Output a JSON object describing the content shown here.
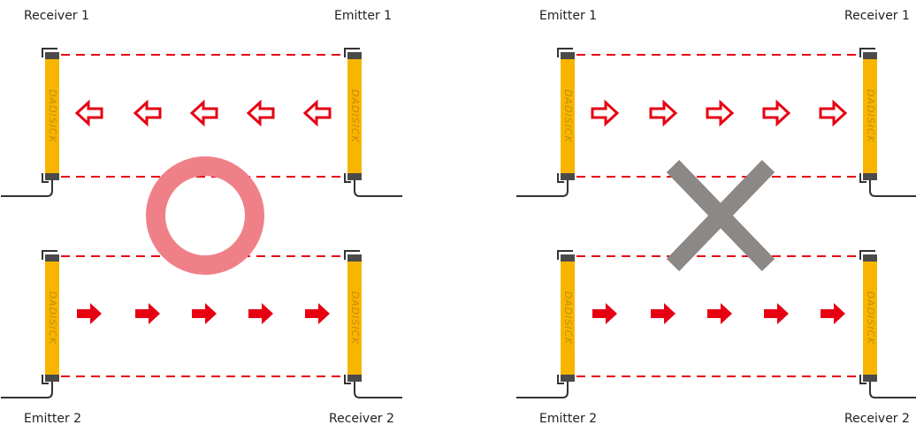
{
  "panels": [
    {
      "labels": {
        "top_left": "Receiver 1",
        "top_right": "Emitter 1",
        "bottom_left": "Emitter 2",
        "bottom_right": "Receiver 2"
      },
      "top_arrow_direction": "left",
      "top_arrow_style": "outline",
      "bottom_arrow_direction": "right",
      "bottom_arrow_style": "filled",
      "verdict": "correct",
      "verdict_symbol": "circle"
    },
    {
      "labels": {
        "top_left": "Emitter 1",
        "top_right": "Receiver 1",
        "bottom_left": "Emitter 2",
        "bottom_right": "Receiver 2"
      },
      "top_arrow_direction": "right",
      "top_arrow_style": "outline",
      "bottom_arrow_direction": "right",
      "bottom_arrow_style": "filled",
      "verdict": "incorrect",
      "verdict_symbol": "cross"
    }
  ],
  "sensor_brand": "DADISICK",
  "colors": {
    "sensor_body": "#f7b500",
    "sensor_cap": "#4a4a4a",
    "beam": "#e60012",
    "arrow": "#e60012",
    "circle_mark": "#f08088",
    "cross_mark": "#8c8886"
  }
}
